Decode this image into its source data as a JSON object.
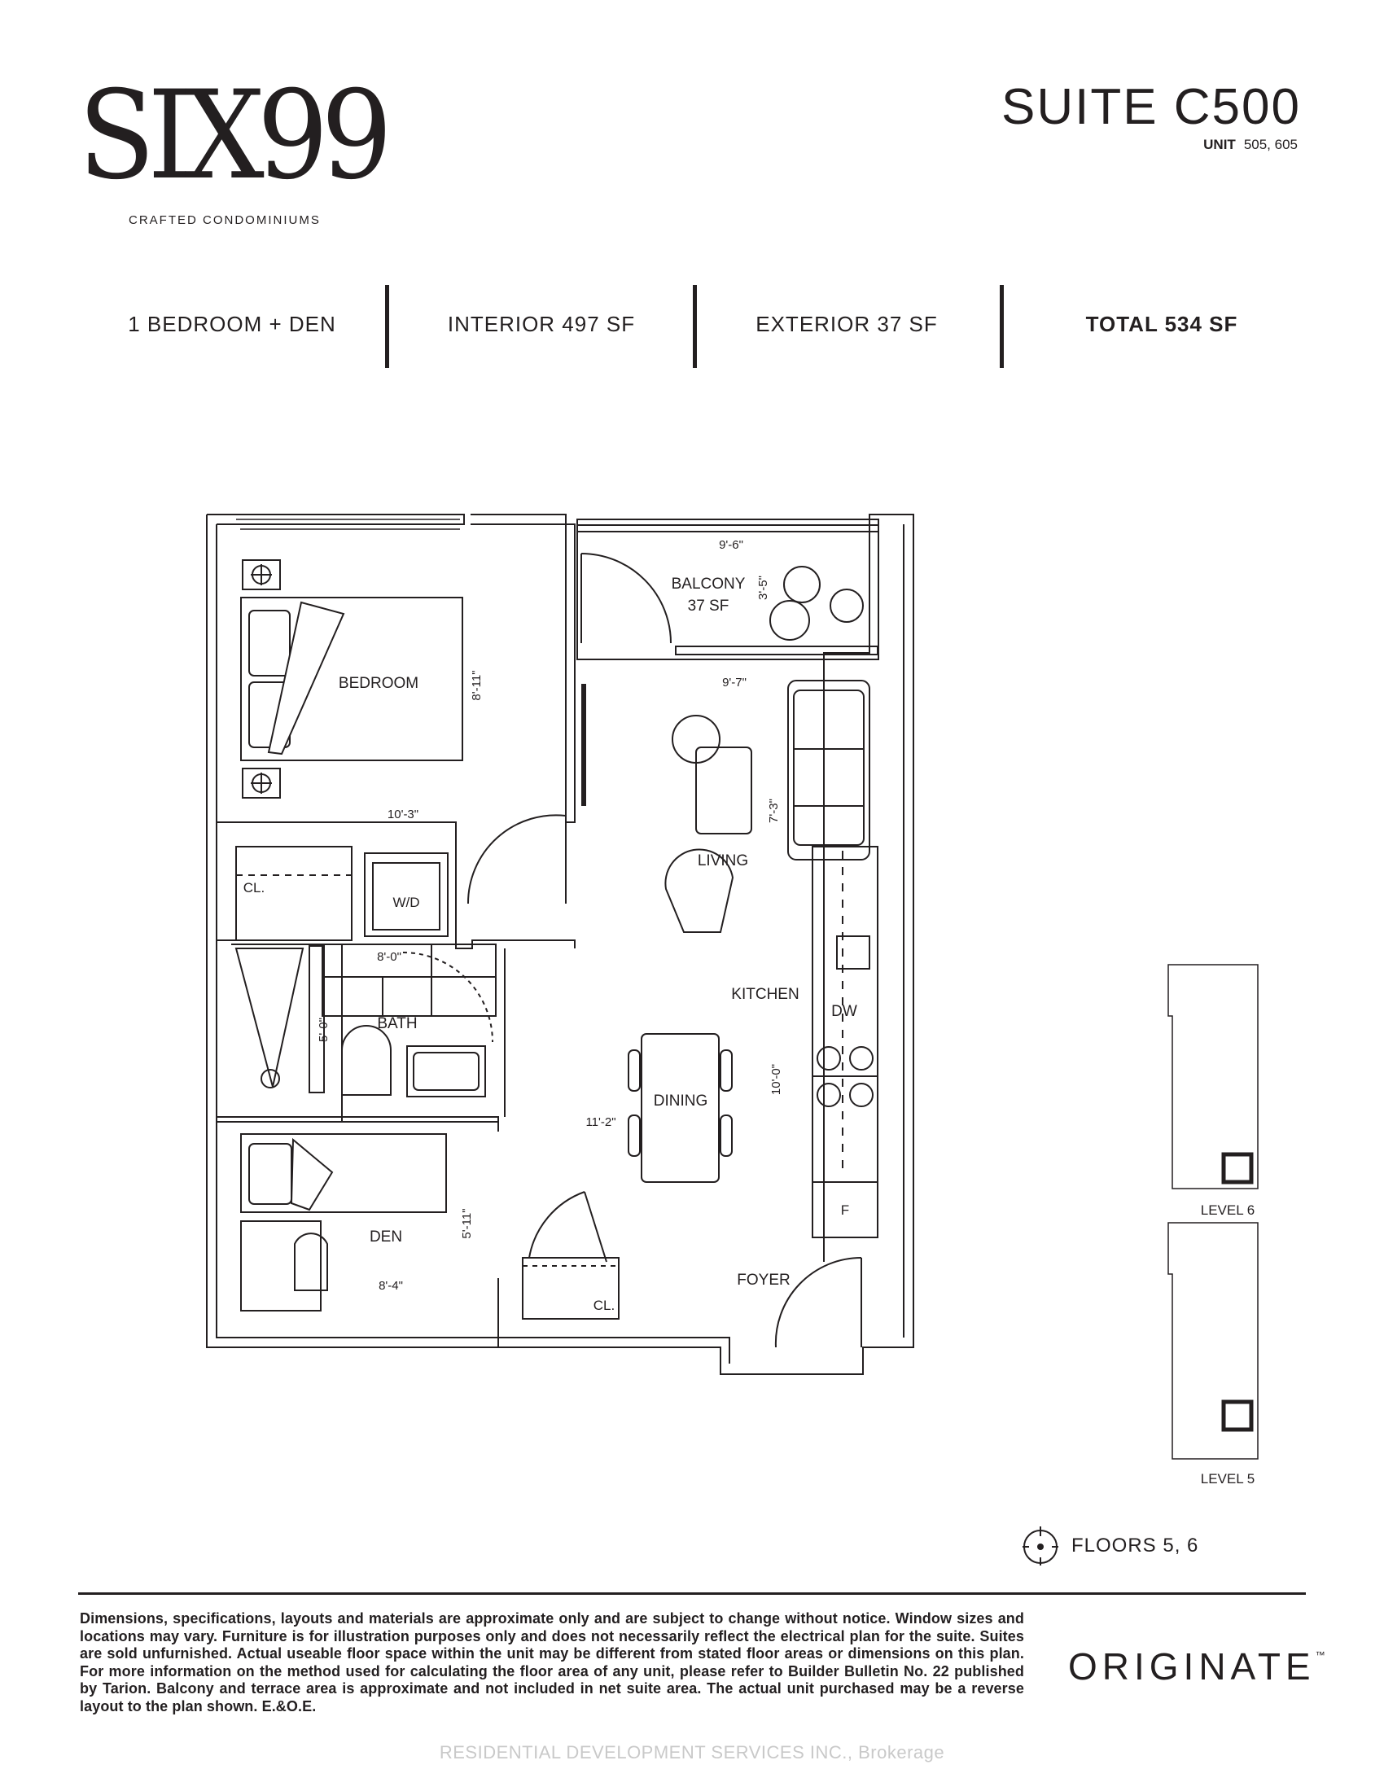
{
  "brand": {
    "logo_text": "SIX99",
    "tagline": "CRAFTED CONDOMINIUMS",
    "developer": "ORIGINATE",
    "developer_mark": "™"
  },
  "suite": {
    "title": "SUITE C500",
    "unit_label": "UNIT",
    "unit_numbers": "505, 605"
  },
  "stats": {
    "type": "1 BEDROOM + DEN",
    "interior": "INTERIOR 497 SF",
    "exterior": "EXTERIOR 37 SF",
    "total": "TOTAL 534 SF"
  },
  "rooms": {
    "bedroom": "BEDROOM",
    "bedroom_w": "10'-3\"",
    "bedroom_h": "8'-11\"",
    "balcony": "BALCONY",
    "balcony_area": "37 SF",
    "balcony_w_top": "9'-6\"",
    "balcony_w_bottom": "9'-7\"",
    "balcony_h": "3'-5\"",
    "living": "LIVING",
    "living_h": "7'-3\"",
    "closet": "CL.",
    "laundry": "W/D",
    "bath": "BATH",
    "bath_w": "8'-0\"",
    "bath_h": "5'-0\"",
    "kitchen": "KITCHEN",
    "dishwasher": "DW",
    "fridge": "F",
    "dining": "DINING",
    "dining_w": "11'-2\"",
    "kitchen_h": "10'-0\"",
    "den": "DEN",
    "den_w": "8'-4\"",
    "den_h": "5'-11\"",
    "foyer": "FOYER",
    "closet2": "CL."
  },
  "keyplan": {
    "level6": "LEVEL 6",
    "level5": "LEVEL 5"
  },
  "floors_label": "FLOORS 5, 6",
  "disclaimer": "Dimensions, specifications, layouts and materials are approximate only and are subject to change without notice. Window sizes and locations may vary. Furniture is for illustration purposes only and does not necessarily reflect the electrical plan for the suite. Suites are sold unfurnished. Actual useable floor space within the unit may be different from stated floor areas or dimensions on this plan. For more information on the method used for calculating the floor area of any unit, please refer to Builder Bulletin No. 22 published by Tarion. Balcony and terrace area is approximate and not included in net suite area. The actual unit purchased may be a reverse layout to the plan shown. E.&O.E.",
  "watermark": "RESIDENTIAL DEVELOPMENT SERVICES INC., Brokerage"
}
